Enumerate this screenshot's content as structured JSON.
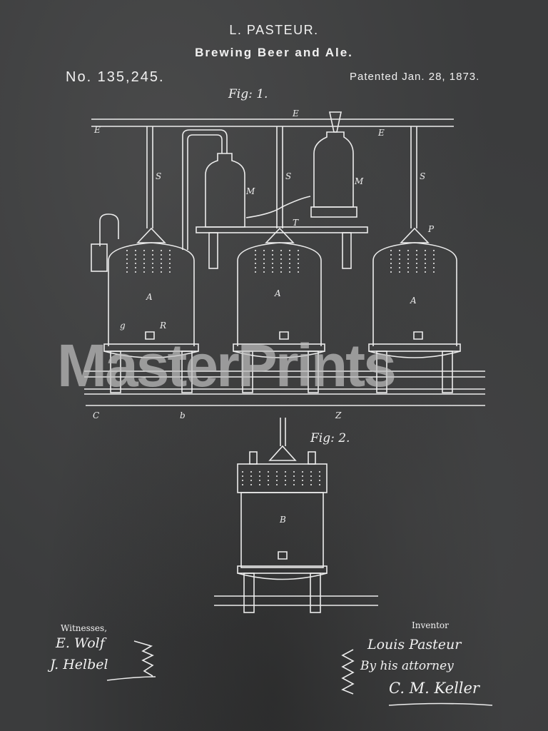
{
  "header": {
    "inventor_title": "L. PASTEUR.",
    "invention": "Brewing Beer and Ale.",
    "patent_number": "No. 135,245.",
    "patent_date": "Patented Jan. 28, 1873."
  },
  "figures": {
    "fig1_label": "Fig: 1.",
    "fig2_label": "Fig: 2.",
    "tank_label_a": "A",
    "tank_label_b": "B",
    "pipe_label": "E",
    "bottle_label": "M",
    "shelf_label": "T",
    "part_p": "P",
    "part_r": "R",
    "part_s": "S",
    "part_c": "C",
    "part_b": "b",
    "part_g": "g",
    "part_z": "Z"
  },
  "watermark": "MasterPrints",
  "footer": {
    "witnesses_label": "Witnesses,",
    "witness_1": "E. Wolf",
    "witness_2": "J. Helbel",
    "inventor_label": "Inventor",
    "inventor_signature": "Louis Pasteur",
    "by_attorney": "By his attorney",
    "attorney_signature": "C. M. Keller"
  },
  "colors": {
    "chalkboard": "#3b3c3d",
    "chalk": "#f1f1f1"
  }
}
